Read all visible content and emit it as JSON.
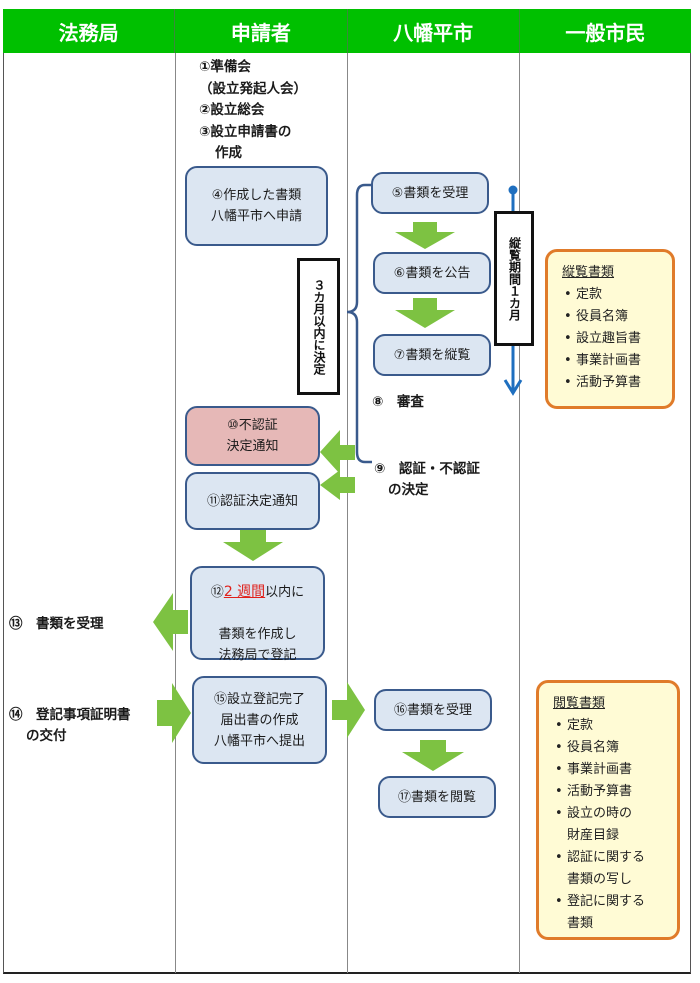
{
  "header": {
    "columns": [
      "法務局",
      "申請者",
      "八幡平市",
      "一般市民"
    ]
  },
  "colors": {
    "header_green": "#00c000",
    "arrow_green": "#7dc242",
    "box_fill": "#dce6f2",
    "box_border": "#3a5a8c",
    "reject_fill": "#e6b8b7",
    "doc_border": "#e07b2a",
    "doc_fill": "#fffbd5",
    "highlight_red": "#e0201b",
    "timeline_blue": "#1f6fbf"
  },
  "applicant": {
    "step1": "①準備会",
    "step1b": "（設立発起人会）",
    "step2": "②設立総会",
    "step3": "③設立申請書の",
    "step3b": "作成",
    "step4": "④作成した書類\n八幡平市へ申請",
    "step10": "⑩不認証\n決定通知",
    "step11": "⑪認証決定通知",
    "step12_prefix": "⑫",
    "step12_highlight": "2 週間",
    "step12_suffix": "以内に",
    "step12_rest": "書類を作成し\n法務局で登記",
    "step15": "⑮設立登記完了\n届出書の作成\n八幡平市へ提出"
  },
  "city": {
    "step5": "⑤書類を受理",
    "step6": "⑥書類を公告",
    "step7": "⑦書類を縦覧",
    "step8": "⑧　審査",
    "step9": "⑨　認証・不認証",
    "step9b": "の決定",
    "step16": "⑯書類を受理",
    "step17": "⑰書類を閲覧",
    "decision_period": "３カ月以内に決定",
    "inspection_period": "縦覧期間１カ月"
  },
  "legal_bureau": {
    "step13": "⑬　書類を受理",
    "step14": "⑭　登記事項証明書",
    "step14b": "の交付"
  },
  "public": {
    "inspection_docs": {
      "title": "縦覧書類",
      "items": [
        "定款",
        "役員名簿",
        "設立趣旨書",
        "事業計画書",
        "活動予算書"
      ]
    },
    "viewing_docs": {
      "title": "閲覧書類",
      "items": [
        "定款",
        "役員名簿",
        "事業計画書",
        "活動予算書",
        "設立の時の",
        "財産目録",
        "認証に関する",
        "書類の写し",
        "登記に関する",
        "書類"
      ]
    }
  }
}
